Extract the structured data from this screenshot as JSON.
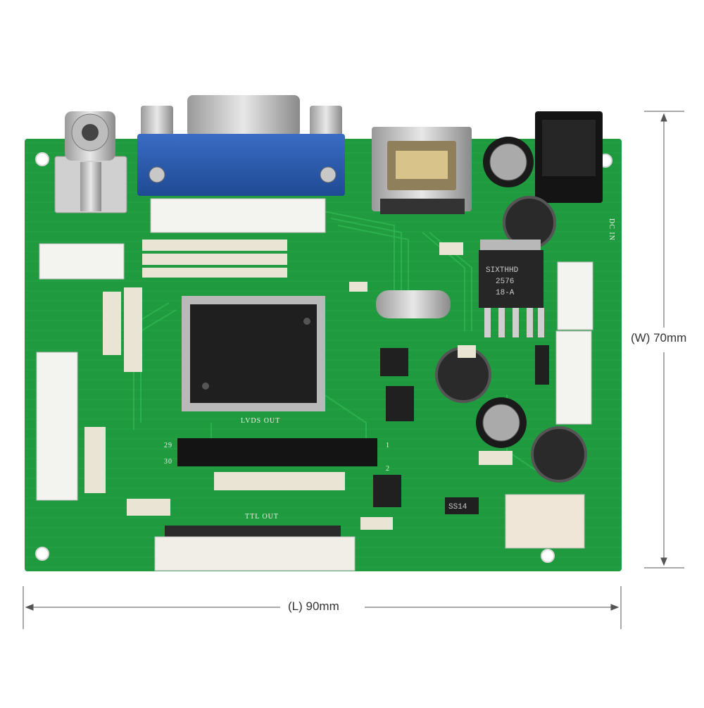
{
  "dimensions": {
    "width_label": "(W) 70mm",
    "length_label": "(L) 90mm"
  },
  "silkscreen": {
    "lvds_out": "LVDS OUT",
    "ttl_out": "TTL OUT",
    "dc_in": "DC IN",
    "pin_29": "29",
    "pin_30": "30",
    "pin_1": "1",
    "pin_2": "2"
  },
  "chip_markings": {
    "regulator_line1": "SIXTHHD",
    "regulator_line2": "2576",
    "regulator_line3": "18-A",
    "diode": "SS14"
  },
  "colors": {
    "pcb_green": "#1f9a3e",
    "vga_blue": "#2857a8",
    "background": "#ffffff"
  }
}
